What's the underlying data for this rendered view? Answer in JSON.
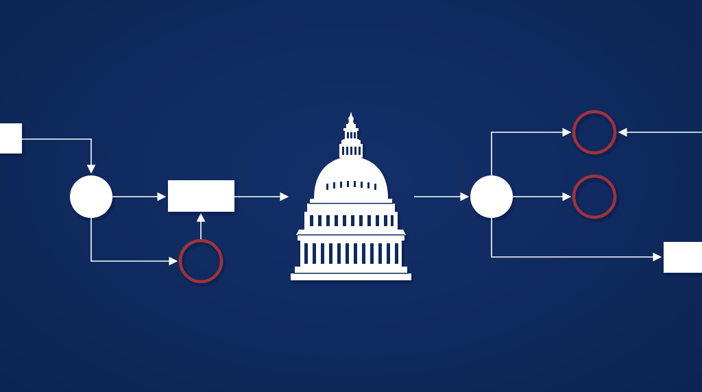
{
  "colors": {
    "background": "#0f2a5e",
    "node_fill": "#ffffff",
    "line": "#ffffff",
    "accent_ring": "#a2303a"
  },
  "icons": {
    "center": "capitol-dome-icon"
  },
  "nodes": [
    {
      "id": "input-box-left",
      "shape": "rectangle"
    },
    {
      "id": "junction-left",
      "shape": "circle"
    },
    {
      "id": "process-box",
      "shape": "rectangle"
    },
    {
      "id": "ring-left",
      "shape": "ring"
    },
    {
      "id": "capitol",
      "shape": "icon"
    },
    {
      "id": "junction-right",
      "shape": "circle"
    },
    {
      "id": "ring-right-top",
      "shape": "ring"
    },
    {
      "id": "ring-right-middle",
      "shape": "ring"
    },
    {
      "id": "output-box-right",
      "shape": "rectangle"
    }
  ]
}
